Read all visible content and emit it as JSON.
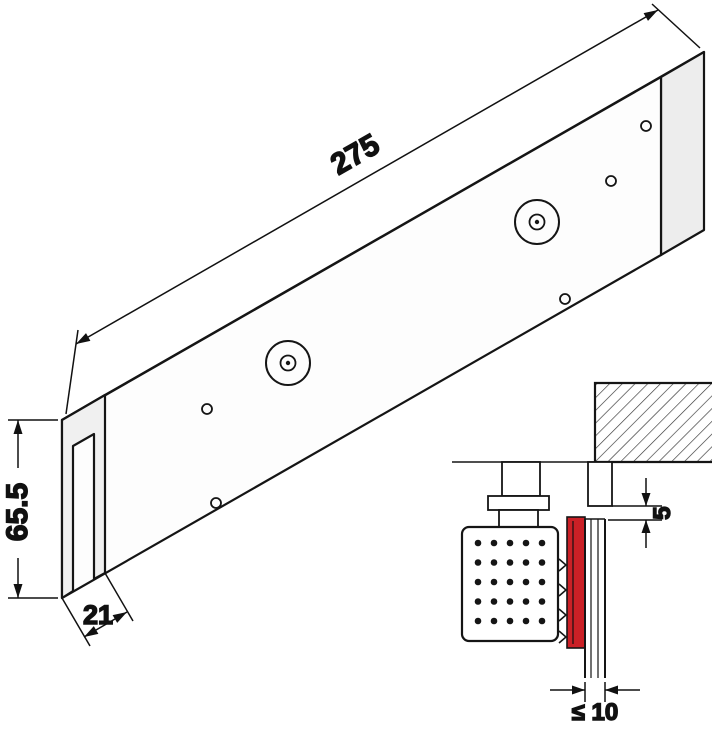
{
  "drawing": {
    "dim_length": "275",
    "dim_height": "65.5",
    "dim_width": "21",
    "dim_gap": "5",
    "dim_glass_max": "≤ 10"
  },
  "colors": {
    "accent_red": "#cb2026",
    "line": "#111111"
  }
}
